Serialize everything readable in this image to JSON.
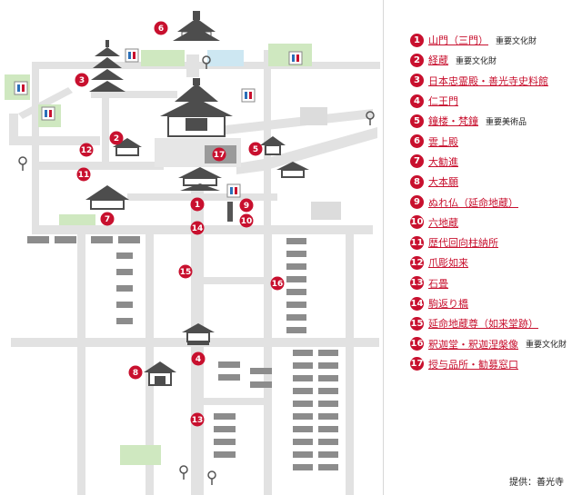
{
  "colors": {
    "accent": "#c8102e",
    "road": "#e2e2e2",
    "block": "#cfcfcf",
    "green": "#cfe8c0",
    "water": "#cde7f2",
    "building": "#4d4d4d"
  },
  "legend": [
    {
      "number": "1",
      "name": "山門（三門）",
      "badge": "重要文化財"
    },
    {
      "number": "2",
      "name": "経蔵",
      "badge": "重要文化財"
    },
    {
      "number": "3",
      "name": "日本忠霊殿・善光寺史料館",
      "badge": ""
    },
    {
      "number": "4",
      "name": "仁王門",
      "badge": ""
    },
    {
      "number": "5",
      "name": "鐘楼・梵鐘",
      "badge": "重要美術品"
    },
    {
      "number": "6",
      "name": "雲上殿",
      "badge": ""
    },
    {
      "number": "7",
      "name": "大勧進",
      "badge": ""
    },
    {
      "number": "8",
      "name": "大本願",
      "badge": ""
    },
    {
      "number": "9",
      "name": "ぬれ仏（延命地蔵）",
      "badge": ""
    },
    {
      "number": "10",
      "name": "六地蔵",
      "badge": ""
    },
    {
      "number": "11",
      "name": "歴代回向柱納所",
      "badge": ""
    },
    {
      "number": "12",
      "name": "爪彫如来",
      "badge": ""
    },
    {
      "number": "13",
      "name": "石畳",
      "badge": ""
    },
    {
      "number": "14",
      "name": "駒返り橋",
      "badge": ""
    },
    {
      "number": "15",
      "name": "延命地蔵尊（如来堂跡）",
      "badge": ""
    },
    {
      "number": "16",
      "name": "釈迦堂・釈迦涅槃像",
      "badge": "重要文化財"
    },
    {
      "number": "17",
      "name": "授与品所・勧募窓口",
      "badge": ""
    }
  ],
  "credit": "提供：善光寺",
  "markers": [
    {
      "label": "1"
    },
    {
      "label": "2"
    },
    {
      "label": "3"
    },
    {
      "label": "4"
    },
    {
      "label": "5"
    },
    {
      "label": "6"
    },
    {
      "label": "7"
    },
    {
      "label": "8"
    },
    {
      "label": "9"
    },
    {
      "label": "10"
    },
    {
      "label": "11"
    },
    {
      "label": "12"
    },
    {
      "label": "13"
    },
    {
      "label": "14"
    },
    {
      "label": "15"
    },
    {
      "label": "16"
    },
    {
      "label": "17"
    }
  ]
}
